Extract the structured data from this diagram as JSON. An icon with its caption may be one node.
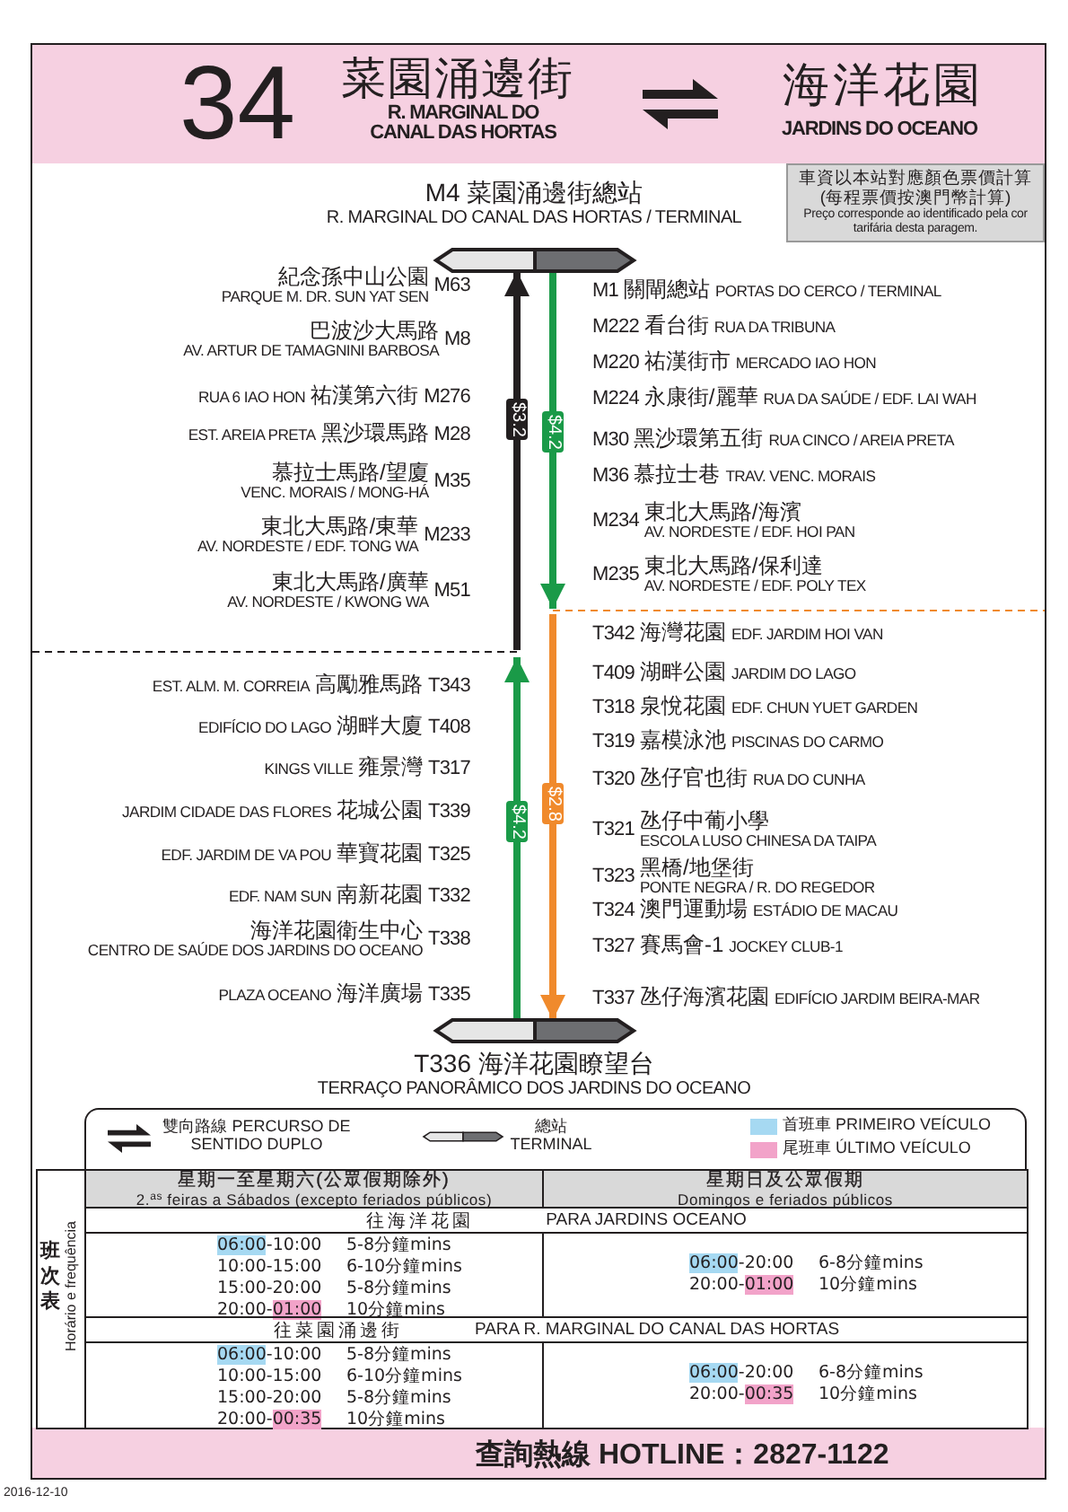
{
  "diagram": {
    "nodes": [
      {
        "text": [
          "M4 菜園涌邊街總站",
          "R. MARGINAL DO CANAL DAS HORTAS / TERMINAL"
        ]
      },
      {
        "text": [
          "T336 海洋花園瞭望台",
          "TERRAÇO PANORÂMICO DOS JARDINS DO OCEANO"
        ]
      }
    ],
    "edges": [
      {
        "from": null,
        "to": 0,
        "arrow": "to",
        "label": "$3.2",
        "color": "#231f20"
      },
      {
        "from": 0,
        "to": null,
        "arrow": "to",
        "label": "$4.2",
        "color": "#1a9a48"
      },
      {
        "from": null,
        "to": 1,
        "arrow": "to",
        "label": "$2.8",
        "color": "#f08a2c"
      },
      {
        "from": 1,
        "to": null,
        "arrow": "to",
        "label": "$4.2",
        "color": "#1a9a48"
      }
    ],
    "labels": [
      "34",
      "菜園涌邊街",
      "R. MARGINAL DO CANAL DAS HORTAS",
      "海洋花園",
      "JARDINS DO OCEANO",
      "車資以本站對應顏色票價計算",
      "(每程票價按澳門幣計算)",
      "Preço corresponde ao identificado pela cor tarifária desta paragem.",
      "紀念孫中山公園",
      "PARQUE M. DR. SUN YAT SEN",
      "M63",
      "巴波沙大馬路",
      "AV. ARTUR DE TAMAGNINI BARBOSA",
      "M8",
      "RUA 6 IAO HON",
      "祐漢第六街",
      "M276",
      "EST. AREIA PRETA",
      "黑沙環馬路",
      "M28",
      "慕拉士馬路/望廈",
      "VENC. MORAIS / MONG-HÁ",
      "M35",
      "東北大馬路/東華",
      "AV. NORDESTE / EDF. TONG WA",
      "M233",
      "東北大馬路/廣華",
      "AV. NORDESTE / KWONG WA",
      "M51",
      "M1",
      "關閘總站",
      "PORTAS DO CERCO / TERMINAL",
      "M222",
      "看台街",
      "RUA DA TRIBUNA",
      "M220",
      "祐漢街市",
      "MERCADO IAO HON",
      "M224",
      "永康街/麗華",
      "RUA DA SAÚDE / EDF. LAI WAH",
      "M30",
      "黑沙環第五街",
      "RUA CINCO / AREIA PRETA",
      "M36",
      "慕拉士巷",
      "TRAV. VENC. MORAIS",
      "M234",
      "東北大馬路/海濱",
      "AV. NORDESTE / EDF. HOI PAN",
      "M235",
      "東北大馬路/保利達",
      "AV. NORDESTE / EDF. POLY TEX",
      "EST. ALM. M. CORREIA",
      "高勵雅馬路",
      "T343",
      "EDIFÍCIO DO LAGO",
      "湖畔大廈",
      "T408",
      "KINGS VILLE",
      "雍景灣",
      "T317",
      "JARDIM CIDADE DAS FLORES",
      "花城公園",
      "T339",
      "EDF. JARDIM DE VA POU",
      "華寶花園",
      "T325",
      "EDF. NAM SUN",
      "南新花園",
      "T332",
      "海洋花園衛生中心",
      "CENTRO DE SAÚDE DOS JARDINS DO OCEANO",
      "T338",
      "PLAZA OCEANO",
      "海洋廣場",
      "T335",
      "T342",
      "海灣花園",
      "EDF. JARDIM HOI VAN",
      "T409",
      "湖畔公園",
      "JARDIM DO LAGO",
      "T318",
      "泉悅花園",
      "EDF. CHUN YUET GARDEN",
      "T319",
      "嘉模泳池",
      "PISCINAS DO CARMO",
      "T320",
      "氹仔官也街",
      "RUA DO CUNHA",
      "T321",
      "氹仔中葡小學",
      "ESCOLA LUSO CHINESA DA TAIPA",
      "T323",
      "黑橋/地堡街",
      "PONTE NEGRA / R. DO REGEDOR",
      "T324",
      "澳門運動場",
      "ESTÁDIO DE MACAU",
      "T327",
      "賽馬會-1",
      "JOCKEY CLUB-1",
      "T337",
      "氹仔海濱花園",
      "EDIFÍCIO JARDIM BEIRA-MAR",
      "班次表",
      "Horário e frequência",
      "星期一至星期六(公眾假期除外)",
      "2.$^{as}$ feiras a Sábados (excepto feriados públicos)",
      "星期日及公眾假期",
      "Domingos e feriados públicos",
      "往海洋花園",
      "PARA JARDINS OCEANO",
      "06:00",
      "-10:00",
      "5-8分鐘mins",
      "10:00-15:00",
      "6-10分鐘mins",
      "15:00-20:00",
      "5-8分鐘mins",
      "20:00-",
      "01:00",
      "10分鐘mins",
      "06:00",
      "-20:00",
      "6-8分鐘mins",
      "20:00-",
      "01:00",
      "10分鐘mins",
      "往菜園涌邊街",
      "PARA R. MARGINAL DO CANAL DAS HORTAS",
      "06:00",
      "-10:00",
      "5-8分鐘mins",
      "10:00-15:00",
      "6-10分鐘mins",
      "15:00-20:00",
      "5-8分鐘mins",
      "20:00-",
      "00:35",
      "10分鐘mins",
      "06:00",
      "-20:00",
      "6-8分鐘mins",
      "20:00-",
      "00:35",
      "10分鐘mins",
      "查詢熱線 HOTLINE：2827-1122",
      "2016-12-10"
    ],
    "legend": [
      {
        "text": "雙向路線 PERCURSO DE SENTIDO DUPLO"
      },
      {
        "text": "總站 TERMINAL"
      },
      {
        "text": "首班車 PRIMEIRO VEÍCULO",
        "color": "#a6d9f2"
      },
      {
        "text": "尾班車 ÚLTIMO VEÍCULO",
        "color": "#f2a3c9"
      }
    ]
  }
}
